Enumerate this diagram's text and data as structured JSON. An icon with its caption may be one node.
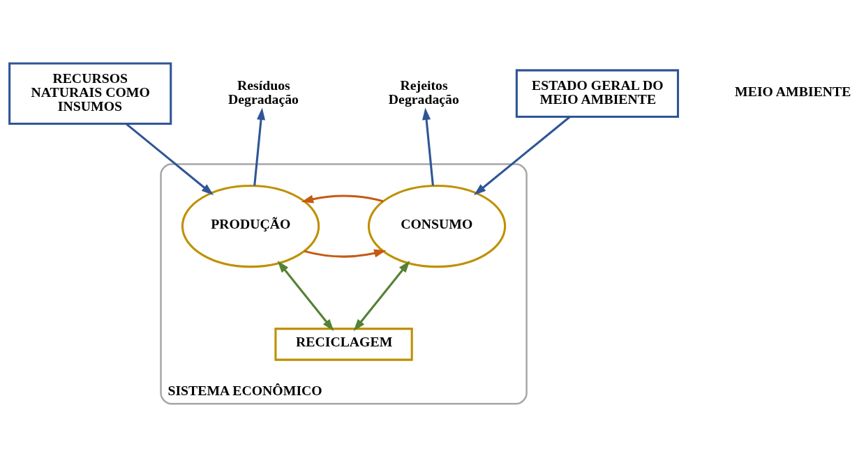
{
  "diagram": {
    "nodes": [
      {
        "text": [
          "RECURSOS NATURAIS COMO INSUMOS"
        ]
      },
      {
        "text": [
          "Resíduos",
          "Degradação"
        ]
      },
      {
        "text": [
          "Rejeitos",
          "Degradação"
        ]
      },
      {
        "text": [
          "ESTADO GERAL DO MEIO AMBIENTE"
        ]
      },
      {
        "text": [
          "SISTEMA ECONÔMICO"
        ]
      },
      {
        "text": [
          "PRODUÇÃO"
        ],
        "in": 4
      },
      {
        "text": [
          "CONSUMO"
        ],
        "in": 4
      },
      {
        "text": [
          "RECICLAGEM"
        ],
        "in": 4
      }
    ],
    "edges": [
      {
        "from": 0,
        "to": 5,
        "arrow": "to"
      },
      {
        "from": 5,
        "to": 1,
        "arrow": "to"
      },
      {
        "from": 6,
        "to": 2,
        "arrow": "to"
      },
      {
        "from": 3,
        "to": 6,
        "arrow": "to"
      },
      {
        "from": 5,
        "to": 6,
        "arrow": "to",
        "color": "#c55a11"
      },
      {
        "from": 6,
        "to": 5,
        "arrow": "to",
        "color": "#c55a11"
      },
      {
        "from": 5,
        "to": 7,
        "arrow": "both",
        "color": "#548235"
      },
      {
        "from": 7,
        "to": 6,
        "arrow": "both",
        "color": "#548235"
      }
    ],
    "labels": [
      "MEIO AMBIENTE"
    ]
  }
}
